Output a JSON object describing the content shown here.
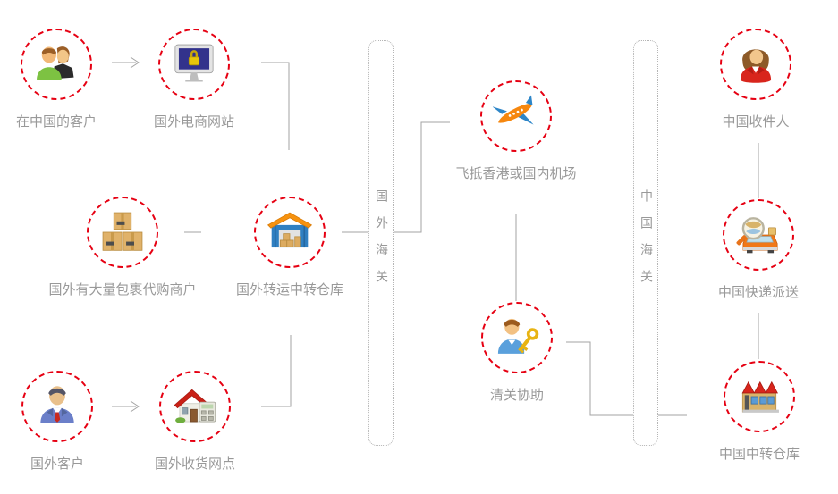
{
  "colors": {
    "circle_border": "#e60012",
    "label_text": "#999999",
    "connector_line": "#a3a3a3",
    "bar_border": "#b5b5b5"
  },
  "nodes": [
    {
      "id": "cn-customers",
      "label": "在中国的客户",
      "icon": "people-icon"
    },
    {
      "id": "foreign-ecommerce",
      "label": "国外电商网站",
      "icon": "monitor-lock-icon"
    },
    {
      "id": "foreign-merchants",
      "label": "国外有大量包裹代购商户",
      "icon": "parcels-icon"
    },
    {
      "id": "foreign-warehouse",
      "label": "国外转运中转仓库",
      "icon": "warehouse-icon"
    },
    {
      "id": "foreign-customer",
      "label": "国外客户",
      "icon": "businessman-icon"
    },
    {
      "id": "foreign-receiving",
      "label": "国外收货网点",
      "icon": "house-icon"
    },
    {
      "id": "flight-arrival",
      "label": "飞抵香港或国内机场",
      "icon": "airplane-icon"
    },
    {
      "id": "customs-assist",
      "label": "清关协助",
      "icon": "key-person-icon"
    },
    {
      "id": "cn-recipient",
      "label": "中国收件人",
      "icon": "woman-icon"
    },
    {
      "id": "cn-express",
      "label": "中国快递派送",
      "icon": "delivery-truck-icon"
    },
    {
      "id": "cn-warehouse",
      "label": "中国中转仓库",
      "icon": "factory-icon"
    }
  ],
  "bars": [
    {
      "id": "foreign-customs",
      "label": "国外海关"
    },
    {
      "id": "china-customs",
      "label": "中国海关"
    }
  ]
}
